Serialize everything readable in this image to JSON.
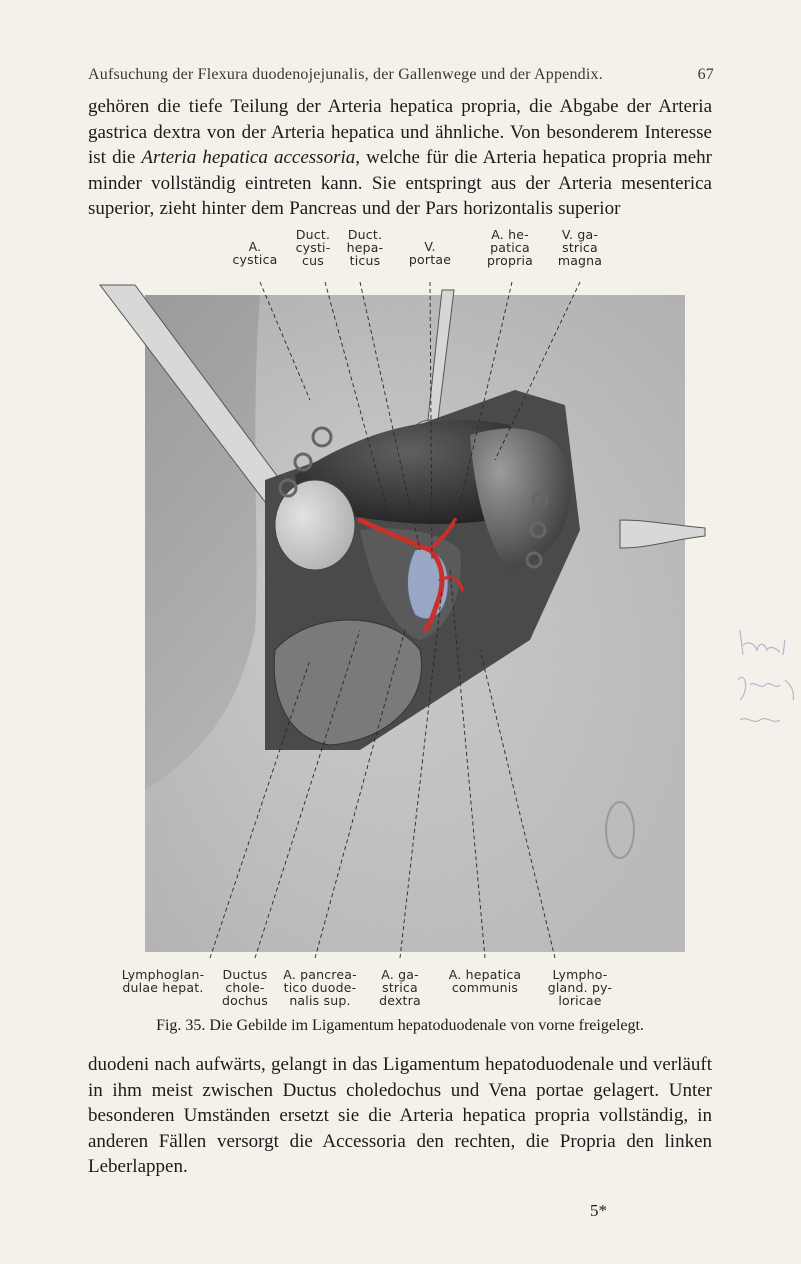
{
  "header": {
    "title": "Aufsuchung der Flexura duodenojejunalis, der Gallenwege und der Appendix.",
    "page_number": "67"
  },
  "text_top": {
    "part1": "gehören die tiefe Teilung der Arteria hepatica propria, die Abgabe der Arteria gastrica dextra von der Arteria hepatica und ähnliche. Von besonderem Interesse ist die ",
    "italic": "Arteria hepatica accessoria",
    "part2": ", welche für die Arteria hepatica propria mehr minder vollständig eintreten kann. Sie entspringt aus der Arteria mesenterica superior, zieht hinter dem Pancreas und der Pars horizontalis superior"
  },
  "figure": {
    "labels_top": [
      "A.\ncystica",
      "Duct.\ncysti-\ncus",
      "Duct.\nhepa-\nticus",
      "V.\nportae",
      "A. he-\npatica\npropria",
      "V. ga-\nstrica\nmagna"
    ],
    "labels_bottom": [
      "Lymphoglan-\ndulae hepat.",
      "Ductus\nchole-\ndochus",
      "A. pancrea-\ntico duode-\nnalis sup.",
      "A. ga-\nstrica\ndextra",
      "A. hepatica\ncommunis",
      "Lympho-\ngland. py-\nloricae"
    ],
    "caption": "Fig. 35. Die Gebilde im Ligamentum hepatoduodenale von vorne freigelegt.",
    "colors": {
      "artery": "#c8302a",
      "vein": "#9aa7c4",
      "tissue_dark": "#3a3a3a",
      "tissue_mid": "#8a8a8a",
      "tissue_light": "#c9c9c9"
    }
  },
  "text_bottom": "duodeni nach aufwärts, gelangt in das Ligamentum hepatoduodenale und verläuft in ihm meist zwischen Ductus choledochus und Vena portae gelagert. Unter besonderen Umständen ersetzt sie die Arteria hepatica propria vollständig, in anderen Fällen versorgt die Accessoria den rechten, die Propria den linken Leberlappen.",
  "footer": {
    "signature_mark": "5*"
  }
}
